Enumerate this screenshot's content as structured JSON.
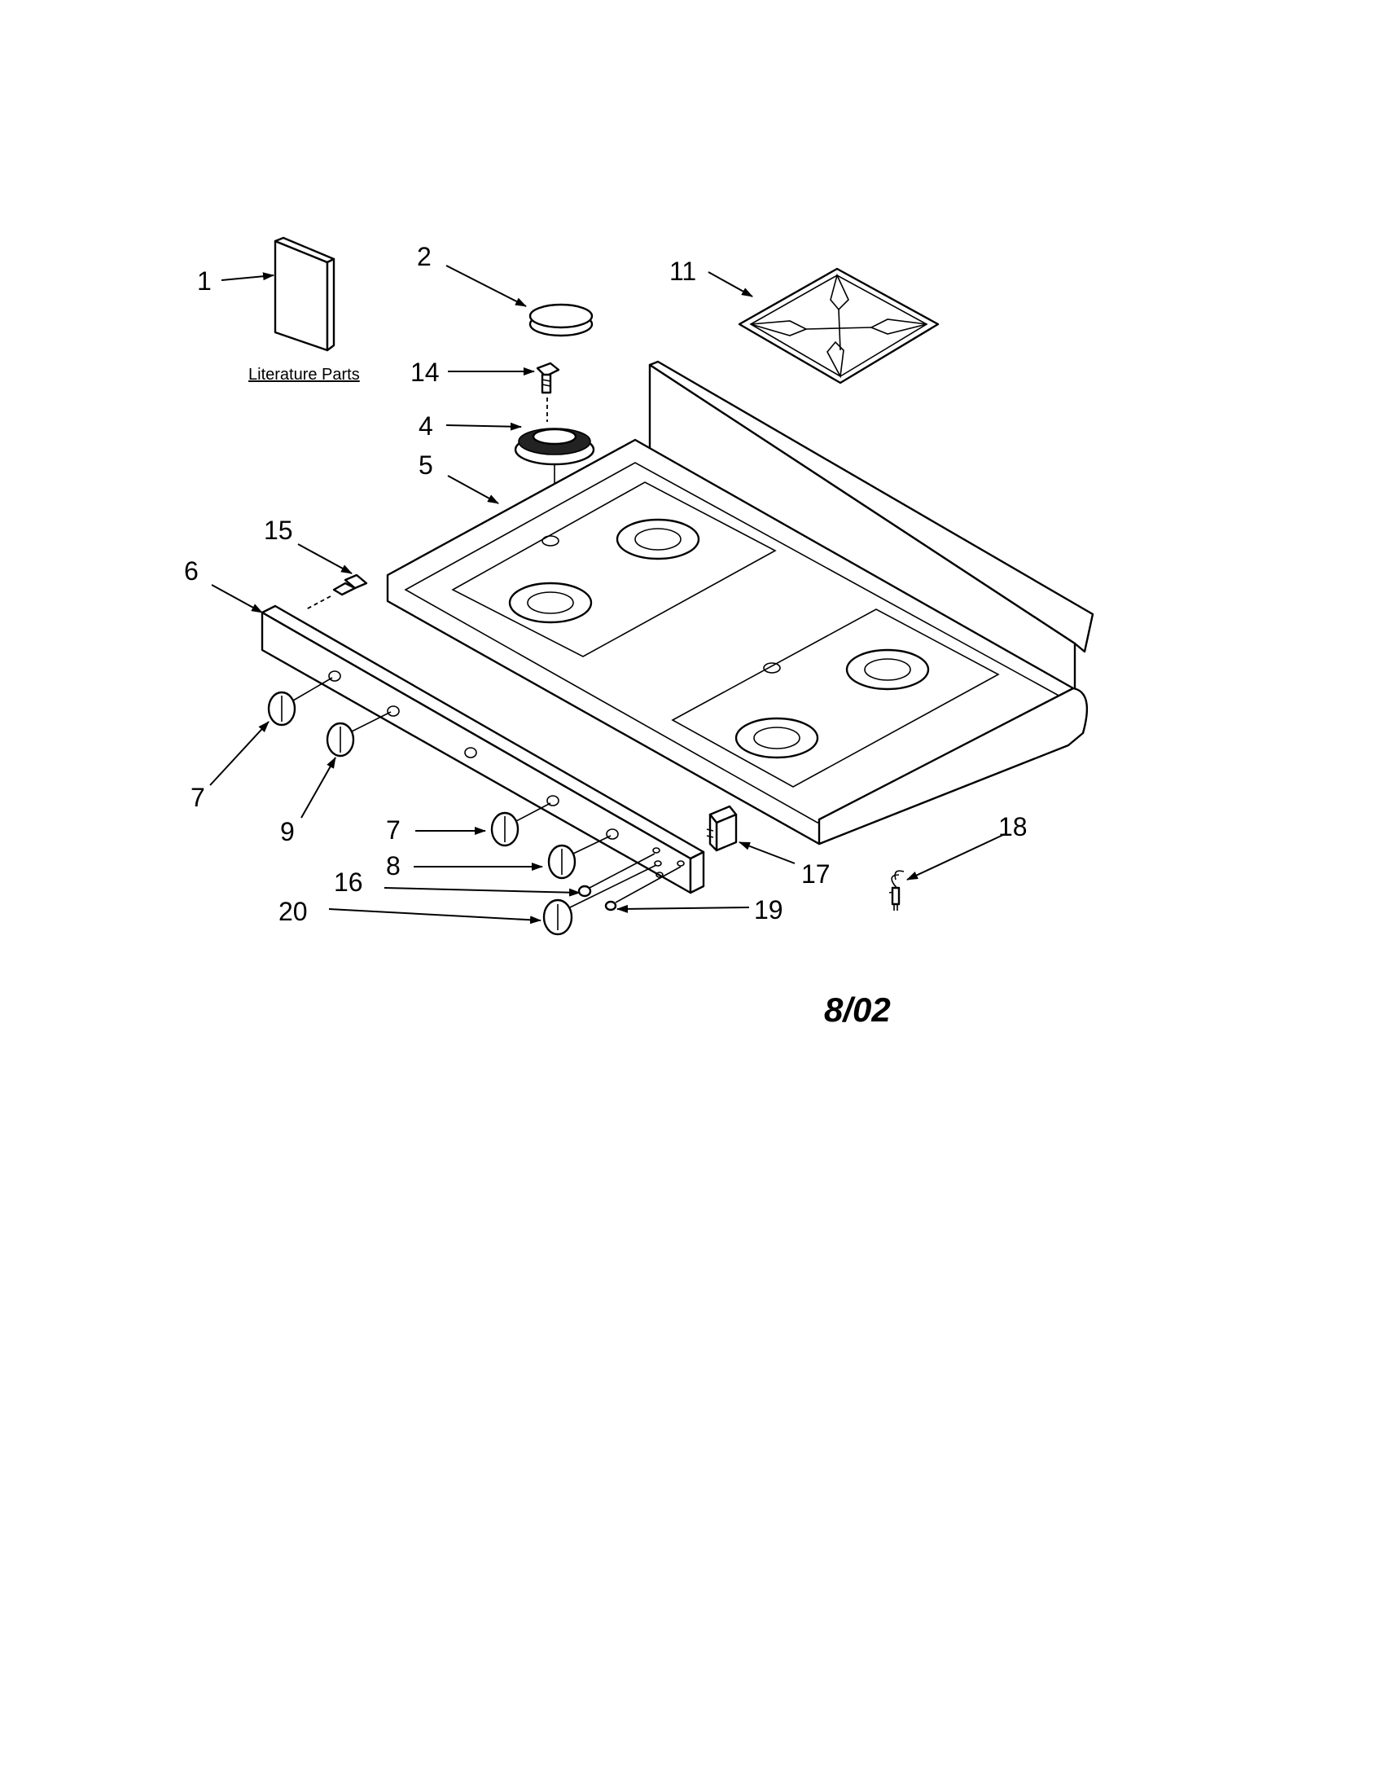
{
  "literature_label": "Literature Parts",
  "revision_date": "8/02",
  "callouts": {
    "c1": "1",
    "c2": "2",
    "c4": "4",
    "c5": "5",
    "c6": "6",
    "c7a": "7",
    "c7b": "7",
    "c8": "8",
    "c9": "9",
    "c11": "11",
    "c14": "14",
    "c15": "15",
    "c16": "16",
    "c17": "17",
    "c18": "18",
    "c19": "19",
    "c20": "20"
  }
}
